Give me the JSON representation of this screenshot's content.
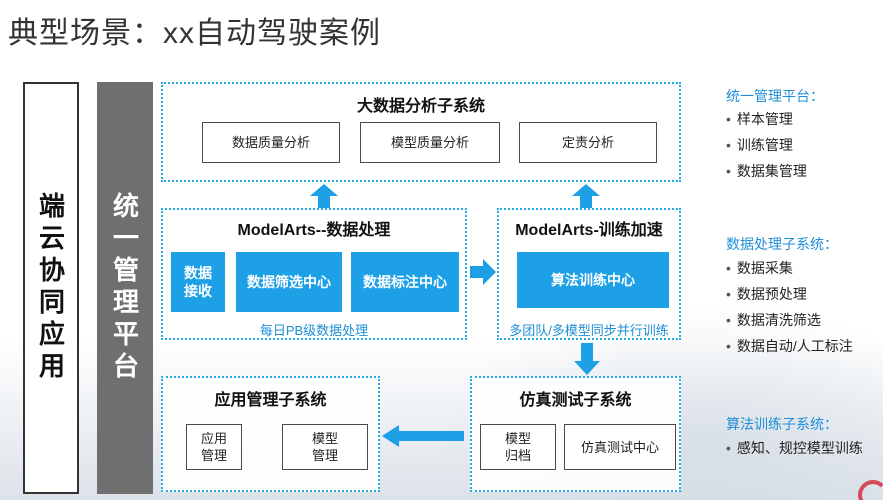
{
  "title": "典型场景：xx自动驾驶案例",
  "left_bars": {
    "end_cloud": "端云协同应用",
    "unified_platform": "统一管理平台"
  },
  "big_data": {
    "title": "大数据分析子系统",
    "items": [
      "数据质量分析",
      "模型质量分析",
      "定责分析"
    ]
  },
  "data_processing": {
    "title": "ModelArts--数据处理",
    "items": [
      "数据\n接收",
      "数据筛选中心",
      "数据标注中心"
    ],
    "note": "每日PB级数据处理"
  },
  "training": {
    "title": "ModelArts-训练加速",
    "item": "算法训练中心",
    "note": "多团队/多模型同步并行训练"
  },
  "app_mgmt": {
    "title": "应用管理子系统",
    "items": [
      "应用\n管理",
      "模型\n管理"
    ]
  },
  "simulation": {
    "title": "仿真测试子系统",
    "items": [
      "模型\n归档",
      "仿真测试中心"
    ]
  },
  "sidebar": [
    {
      "title": "统一管理平台：",
      "items": [
        "样本管理",
        "训练管理",
        "数据集管理"
      ]
    },
    {
      "title": "数据处理子系统：",
      "items": [
        "数据采集",
        "数据预处理",
        "数据清洗筛选",
        "数据自动/人工标注"
      ]
    },
    {
      "title": "算法训练子系统：",
      "items": [
        "感知、规控模型训练"
      ]
    }
  ],
  "colors": {
    "accent": "#1ea0e6",
    "dotted_border": "#27a9e1",
    "gray_bar": "#6f6f6f"
  }
}
